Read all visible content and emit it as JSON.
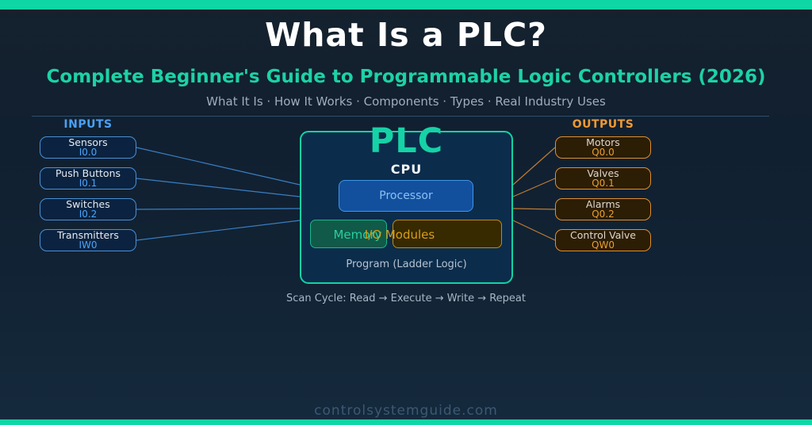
{
  "header": {
    "title": "What Is a PLC?",
    "subtitle": "Complete Beginner's Guide to Programmable Logic Controllers (2026)",
    "tagline": "What It Is · How It Works · Components · Types · Real Industry Uses"
  },
  "inputs": {
    "label": "INPUTS",
    "items": [
      {
        "name": "Sensors",
        "address": "I0.0"
      },
      {
        "name": "Push Buttons",
        "address": "I0.1"
      },
      {
        "name": "Switches",
        "address": "I0.2"
      },
      {
        "name": "Transmitters",
        "address": "IW0"
      }
    ]
  },
  "outputs": {
    "label": "OUTPUTS",
    "items": [
      {
        "name": "Motors",
        "address": "Q0.0"
      },
      {
        "name": "Valves",
        "address": "Q0.1"
      },
      {
        "name": "Alarms",
        "address": "Q0.2"
      },
      {
        "name": "Control Valve",
        "address": "QW0"
      }
    ]
  },
  "plc": {
    "title": "PLC",
    "cpu_label": "CPU",
    "processor_label": "Processor",
    "memory_label": "Memory",
    "io_modules_label": "I/O Modules",
    "program_label": "Program (Ladder Logic)"
  },
  "scan_cycle": "Scan Cycle: Read → Execute → Write → Repeat",
  "footer": {
    "website": "controlsystemguide.com"
  },
  "colors": {
    "accent_teal": "#0ed6a4",
    "input_blue": "#4aa0f5",
    "output_orange": "#ef9a33",
    "background_navy": "#112234"
  }
}
